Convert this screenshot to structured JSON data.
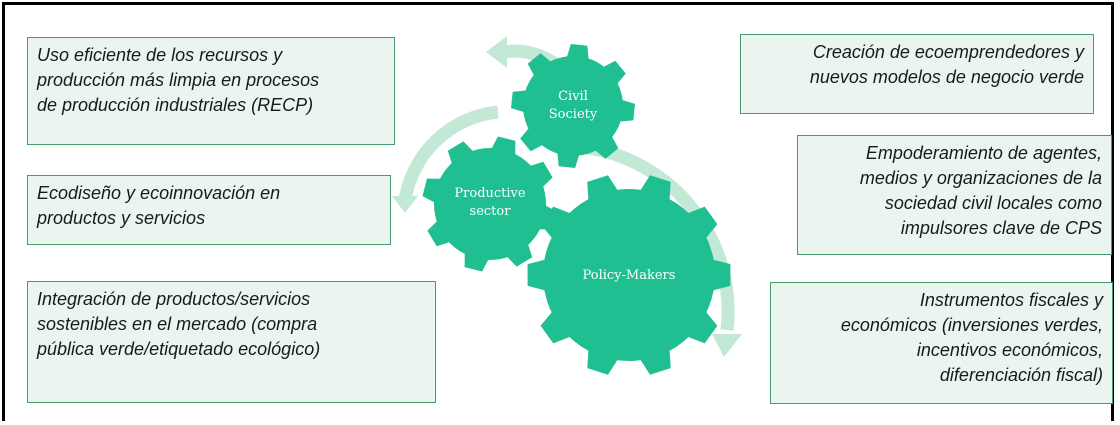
{
  "left_boxes": [
    {
      "id": "recp",
      "text": "Uso eficiente de los recursos y\nproducción más limpia en procesos\nde producción industriales (RECP)"
    },
    {
      "id": "ecodiseno",
      "text": "Ecodiseño y ecoinnovación en\nproductos y servicios"
    },
    {
      "id": "integracion",
      "text": "Integración de productos/servicios\nsostenibles en el mercado (compra\npública verde/etiquetado ecológico)"
    }
  ],
  "right_boxes": [
    {
      "id": "ecoemprendedores",
      "text": "Creación de ecoemprendedores y\nnuevos modelos de negocio verde"
    },
    {
      "id": "empoderamiento",
      "text": "Empoderamiento de agentes,\nmedios y organizaciones de la\nsociedad civil locales como\nimpulsores clave de CPS"
    },
    {
      "id": "instrumentos",
      "text": "Instrumentos fiscales y\neconómicos (inversiones verdes,\nincentivos económicos,\ndiferenciación fiscal)"
    }
  ],
  "gears": {
    "civil_society": {
      "line1": "Civil",
      "line2": "Society"
    },
    "productive_sector": {
      "line1": "Productive",
      "line2": "sector"
    },
    "policy_makers": {
      "label": "Policy-Makers"
    }
  },
  "colors": {
    "gear": "#1fbf91",
    "arrow": "#c3e8d6",
    "box_fill": "#e9f5ee",
    "box_border": "#4a9a6e"
  }
}
